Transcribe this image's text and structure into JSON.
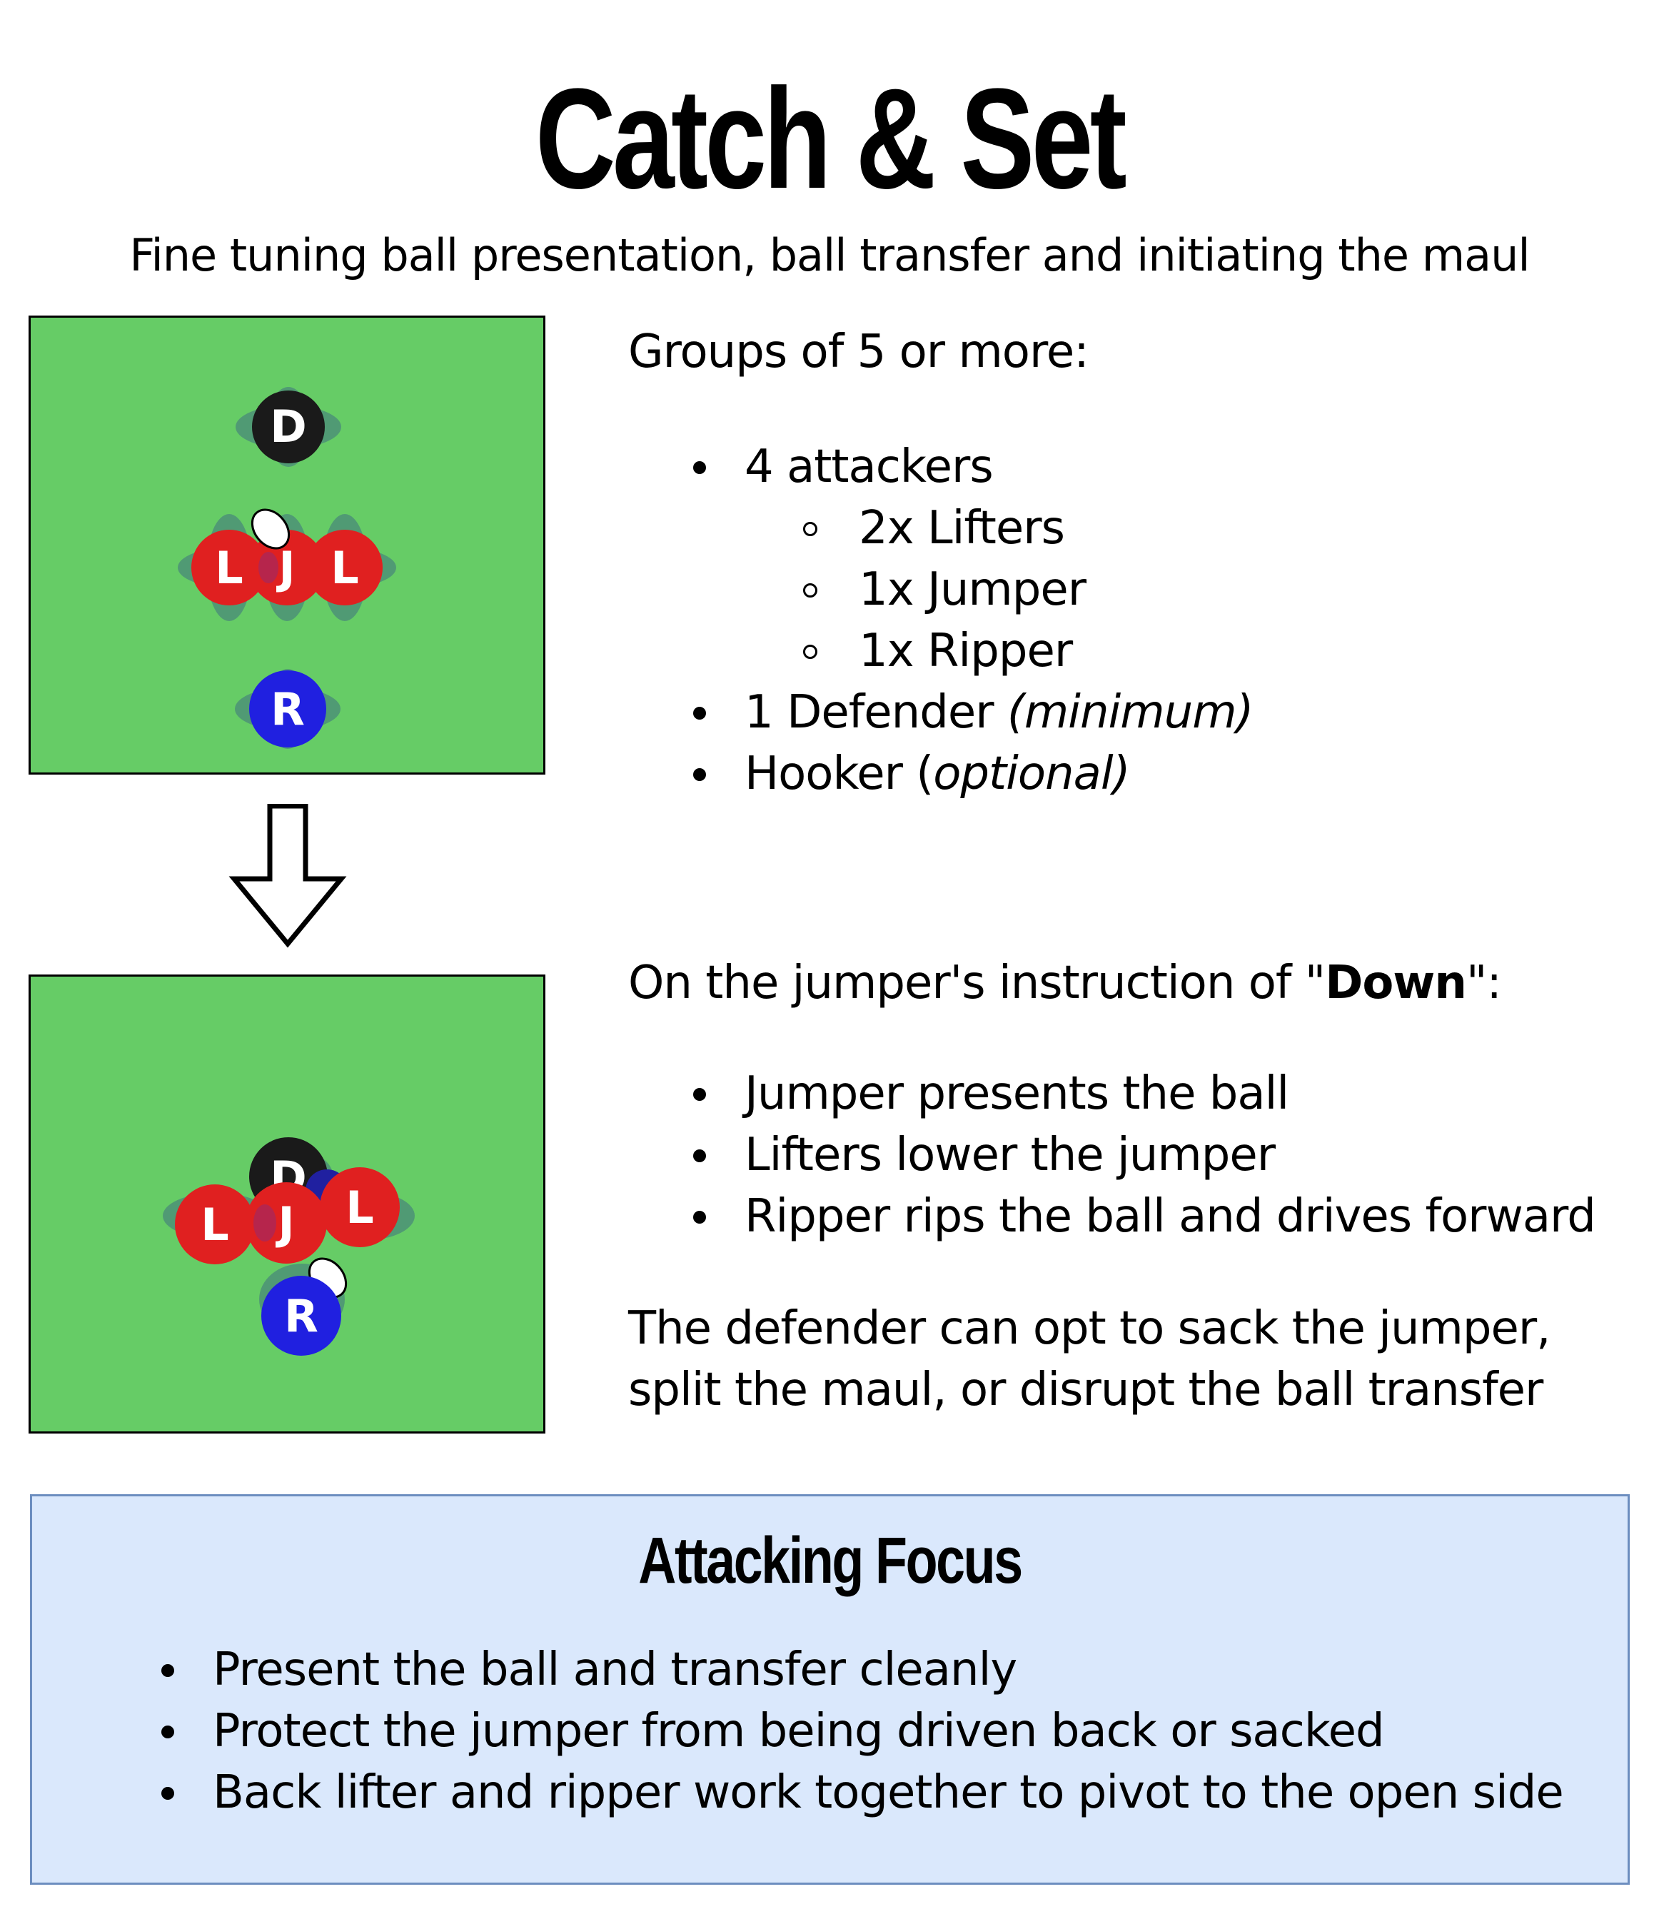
{
  "header": {
    "title": "Catch & Set",
    "subtitle": "Fine tuning ball presentation, ball transfer and initiating the maul"
  },
  "setup": {
    "intro": "Groups of 5 or more:",
    "items": [
      {
        "text": "4 attackers",
        "level": 1
      },
      {
        "text": "2x Lifters",
        "level": 2
      },
      {
        "text": "1x Jumper",
        "level": 2
      },
      {
        "text": "1x Ripper",
        "level": 2
      },
      {
        "text": "1 Defender ",
        "italic": "(minimum)",
        "level": 1
      },
      {
        "text": "Hooker (",
        "italic": "optional)",
        "level": 1
      }
    ]
  },
  "instruction": {
    "prefix": "On the jumper's instruction of \"",
    "keyword": "Down",
    "suffix": "\":",
    "items": [
      "Jumper presents the ball",
      "Lifters lower the jumper",
      "Ripper rips the ball and drives forward"
    ],
    "defender_line_1": "The defender can opt to sack the jumper,",
    "defender_line_2": "split the maul, or disrupt the ball transfer"
  },
  "diagram_top": {
    "players": [
      {
        "label": "D",
        "role": "defender"
      },
      {
        "label": "L",
        "role": "lifter"
      },
      {
        "label": "J",
        "role": "jumper"
      },
      {
        "label": "L",
        "role": "lifter"
      },
      {
        "label": "R",
        "role": "ripper"
      }
    ]
  },
  "diagram_bottom": {
    "players": [
      {
        "label": "D",
        "role": "defender"
      },
      {
        "label": "L",
        "role": "lifter"
      },
      {
        "label": "J",
        "role": "jumper"
      },
      {
        "label": "L",
        "role": "lifter"
      },
      {
        "label": "R",
        "role": "ripper"
      }
    ]
  },
  "colors": {
    "field": "#66cc66",
    "defender": "#1a1a1a",
    "lifter": "#e02020",
    "jumper": "#e02020",
    "ripper": "#2020e0",
    "shadow": "#4a8a7a",
    "focus_bg": "#dae8fc",
    "focus_border": "#6c8ebf"
  },
  "focus": {
    "title": "Attacking Focus",
    "items": [
      "Present the ball and transfer cleanly",
      "Protect the jumper from being driven back or sacked",
      "Back lifter and ripper work together to pivot to the open side"
    ]
  }
}
